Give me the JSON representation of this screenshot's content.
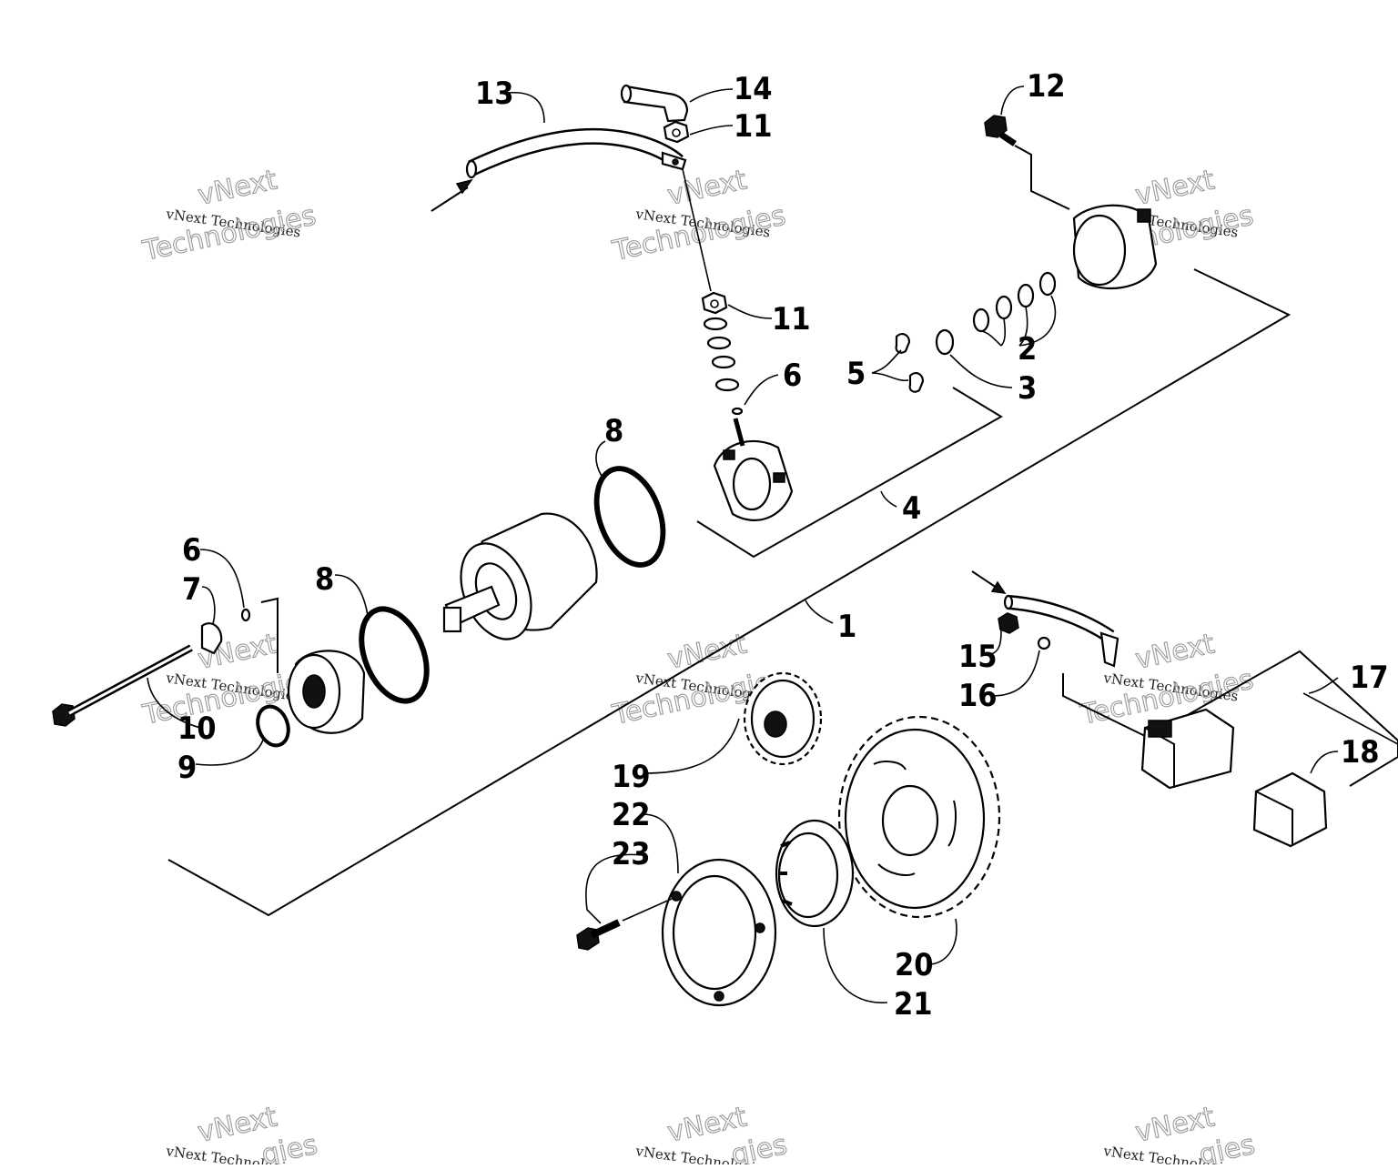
{
  "diagram": {
    "callouts": [
      "1",
      "2",
      "3",
      "4",
      "5",
      "6",
      "6",
      "7",
      "8",
      "8",
      "9",
      "10",
      "11",
      "11",
      "12",
      "13",
      "14",
      "15",
      "16",
      "17",
      "18",
      "19",
      "20",
      "21",
      "22",
      "23"
    ],
    "watermark": {
      "line1": "vNext Technologies",
      "line2a": "vNext",
      "line2b": "Technologies"
    }
  }
}
